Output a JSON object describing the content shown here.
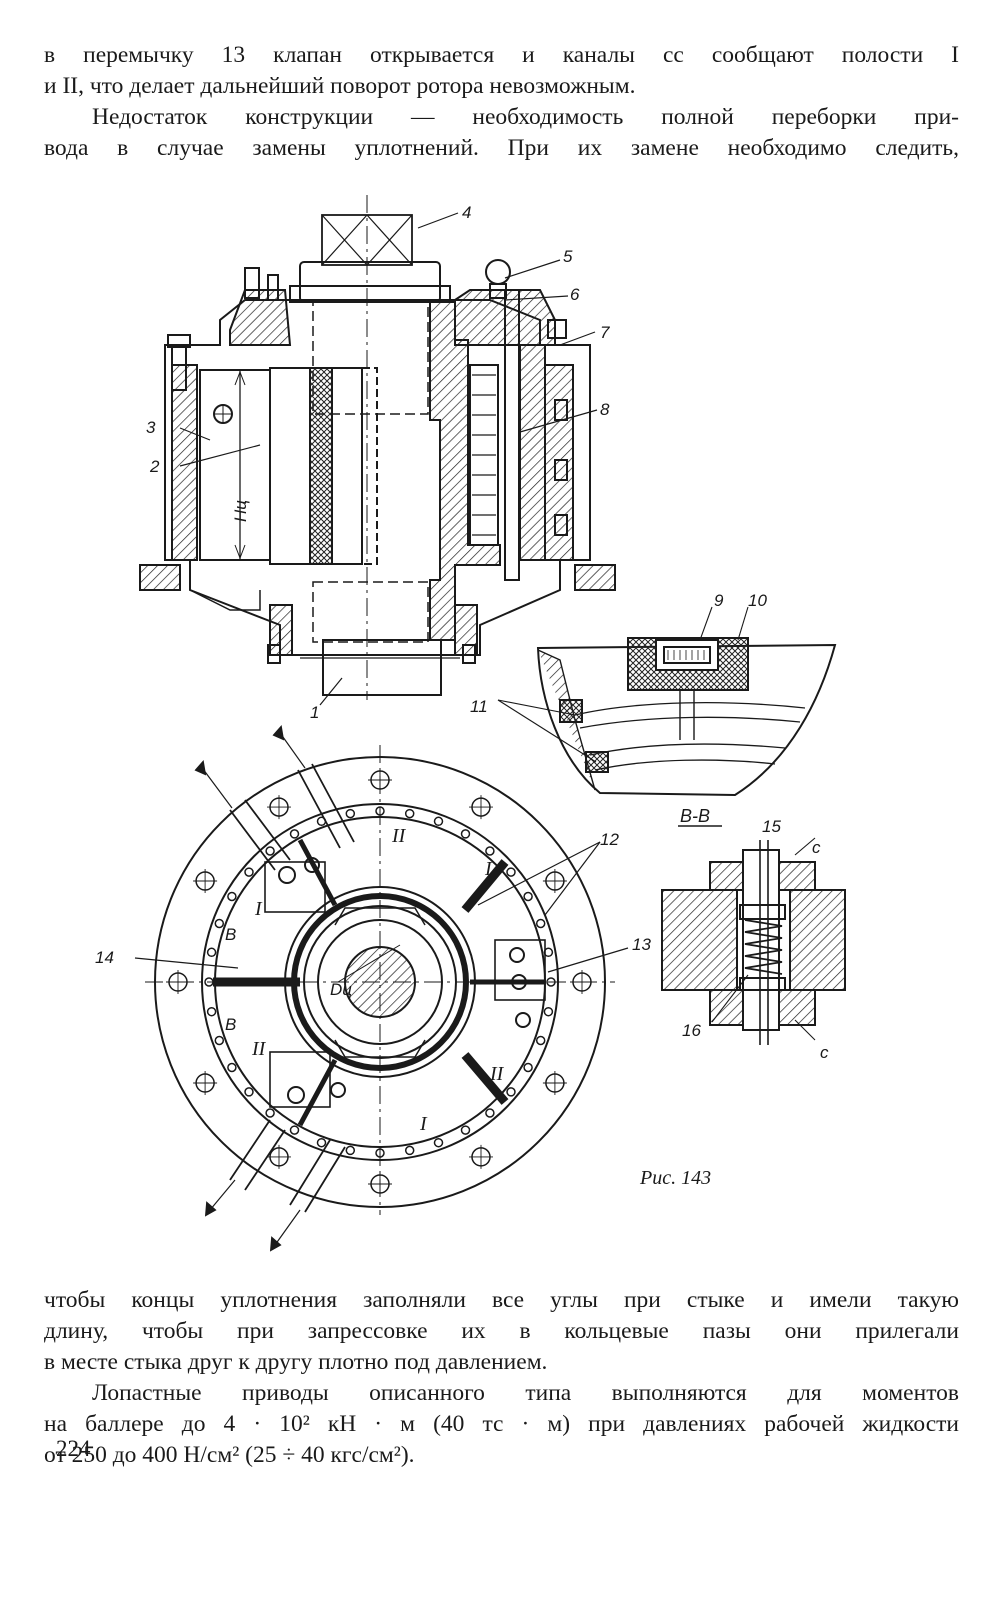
{
  "top_text": {
    "lines": [
      "в перемычку 13 клапан открывается и каналы сс сообщают полости I",
      "и II, что делает дальнейший поворот ротора невозможным.",
      "Недостаток конструкции — необходимость полной переборки при-",
      "вода в случае замены уплотнений. При их замене необходимо следить,"
    ]
  },
  "figure": {
    "part_numbers": [
      "1",
      "2",
      "3",
      "4",
      "5",
      "6",
      "7",
      "8",
      "9",
      "10",
      "11",
      "12",
      "13",
      "14",
      "15",
      "16"
    ],
    "section_label": "В-В",
    "section_marks": [
      "В",
      "В"
    ],
    "channel_labels": [
      "с",
      "с"
    ],
    "dimension_labels": {
      "height": "Нц",
      "diameter": "Dц"
    },
    "chamber_labels": [
      "I",
      "II",
      "I",
      "II",
      "I",
      "II"
    ],
    "caption": "Рис. 143"
  },
  "bottom_text": {
    "lines": [
      "чтобы концы уплотнения заполняли все углы при стыке и имели такую",
      "длину, чтобы при запрессовке их в кольцевые пазы они прилегали",
      "в месте стыка друг к другу плотно под давлением.",
      "Лопастные приводы описанного типа выполняются для моментов",
      "на баллере до 4 · 10² кН · м (40 тс · м) при давлениях рабочей жидкости",
      "от 250 до 400 Н/см² (25 ÷ 40 кгс/см²)."
    ]
  },
  "page_number": "224"
}
